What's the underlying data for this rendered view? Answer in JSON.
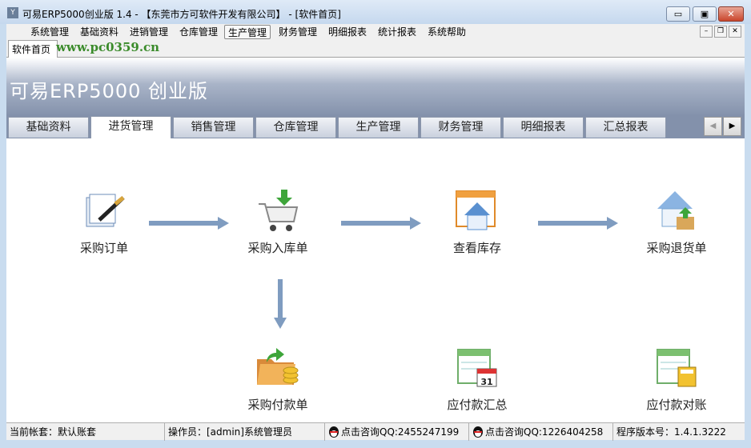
{
  "window": {
    "title": "可易ERP5000创业版 1.4 - 【东莞市方可软件开发有限公司】 - [软件首页]",
    "minimize": "▭",
    "maximize": "▣",
    "close": "✕"
  },
  "menu": [
    "系统管理",
    "基础资料",
    "进销管理",
    "仓库管理",
    "生产管理",
    "财务管理",
    "明细报表",
    "统计报表",
    "系统帮助"
  ],
  "menu_active": "生产管理",
  "doc_tab": "软件首页",
  "watermark": "www.pc0359.cn",
  "banner_title": "可易ERP5000 创业版",
  "tabs": [
    "基础资料",
    "进货管理",
    "销售管理",
    "仓库管理",
    "生产管理",
    "财务管理",
    "明细报表",
    "汇总报表"
  ],
  "active_tab": "进货管理",
  "nodes": {
    "purchase_order": "采购订单",
    "purchase_inbound": "采购入库单",
    "view_stock": "查看库存",
    "purchase_return": "采购退货单",
    "purchase_payment": "采购付款单",
    "payable_summary": "应付款汇总",
    "payable_reconcile": "应付款对账"
  },
  "calendar_day": "31",
  "status": {
    "account": "当前帐套：默认账套",
    "operator": "操作员：[admin]系统管理员",
    "qq1": "点击咨询QQ:2455247199",
    "qq2": "点击咨询QQ:1226404258",
    "version": "程序版本号：1.4.1.3222"
  },
  "colors": {
    "banner": "#8391ab",
    "arrow": "#7f9cc0",
    "frame": "#c9dcef"
  }
}
